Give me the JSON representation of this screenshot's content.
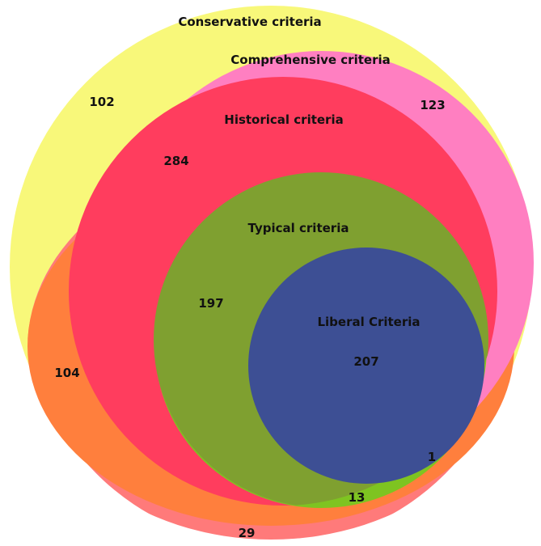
{
  "sets": {
    "conservative": {
      "label": "Conservative criteria",
      "color": "#f8f87a"
    },
    "comprehensive": {
      "label": "Comprehensive criteria",
      "color": "#ff7fc1"
    },
    "historical": {
      "label": "Historical criteria",
      "color": "#ff3d5e"
    },
    "typical": {
      "label": "Typical criteria",
      "color": "#7fa030"
    },
    "liberal": {
      "label": "Liberal Criteria",
      "color": "#3d4f94"
    }
  },
  "overlap_colors": {
    "historical_outside_comprehensive": "#ff7f3d",
    "outer_band_lower": "#ff7a7a",
    "typical_lower_band": "#7ec421"
  },
  "counts": {
    "conservative_only": "102",
    "comprehensive_only": "123",
    "historical": "284",
    "historical_outside_comprehensive": "104",
    "typical": "197",
    "liberal": "207",
    "liberal_edge": "1",
    "typical_lower_band": "13",
    "outer_lower_band": "29"
  }
}
